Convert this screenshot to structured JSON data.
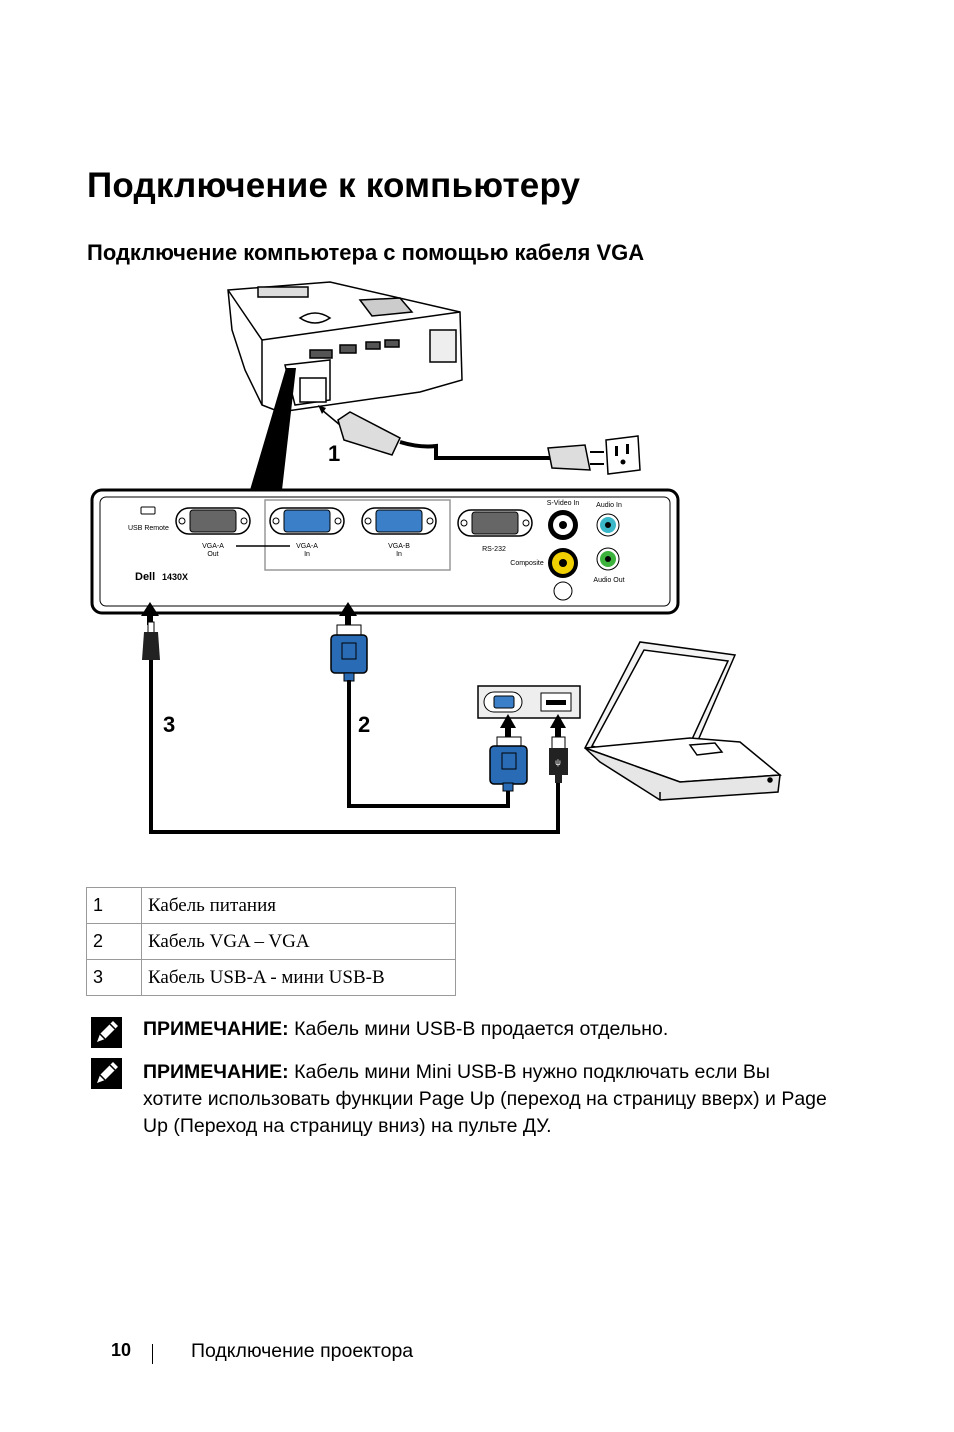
{
  "page": {
    "title": "Подключение к компьютеру",
    "subtitle": "Подключение компьютера с помощью кабеля VGA"
  },
  "diagram": {
    "callouts": [
      "1",
      "2",
      "3"
    ],
    "panel_labels": {
      "usb_remote": "USB Remote",
      "vga_a_out": "VGA-A\nOut",
      "vga_a_in": "VGA-A\nIn",
      "vga_b_in": "VGA-B\nIn",
      "rs232": "RS-232",
      "svideo_in": "S-Video In",
      "audio_in": "Audio In",
      "composite": "Composite",
      "audio_out": "Audio Out",
      "brand": "Dell",
      "model": "1430X"
    }
  },
  "legend": [
    {
      "num": "1",
      "label": "Кабель питания"
    },
    {
      "num": "2",
      "label": "Кабель VGA – VGA"
    },
    {
      "num": "3",
      "label": "Кабель USB-A - мини USB-B"
    }
  ],
  "notes": [
    {
      "label": "ПРИМЕЧАНИЕ:",
      "text": " Кабель мини USB-B продается отдельно."
    },
    {
      "label": "ПРИМЕЧАНИЕ:",
      "text": " Кабель мини Mini USB-B нужно подключать если Вы хотите использовать функции Page Up (переход на страницу вверх) и Page Up (Переход на страницу вниз) на пульте ДУ."
    }
  ],
  "footer": {
    "page_number": "10",
    "section": "Подключение проектора"
  },
  "icons": [
    "note-pencil-icon",
    "power-plug-icon",
    "wall-outlet-icon",
    "vga-connector-icon",
    "usb-connector-icon",
    "laptop-icon",
    "projector-icon"
  ]
}
